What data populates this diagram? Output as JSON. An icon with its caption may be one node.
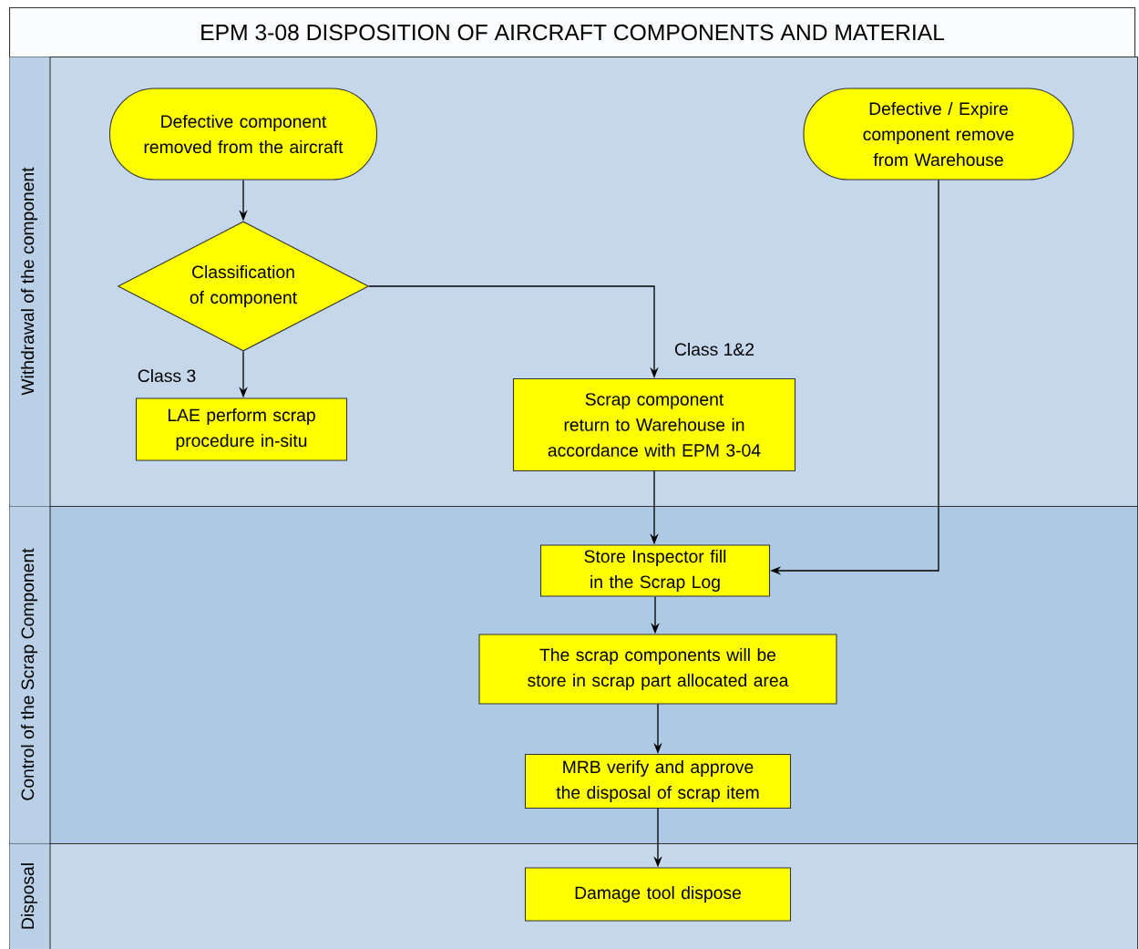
{
  "diagram": {
    "title": "EPM 3-08 DISPOSITION OF AIRCRAFT COMPONENTS AND MATERIAL",
    "nodes": [
      {
        "text": [
          "Withdrawal of the component"
        ]
      },
      {
        "text": [
          "Defective component removed from the aircraft"
        ],
        "in": 0
      },
      {
        "text": [
          "Defective / Expire component remove from Warehouse"
        ],
        "in": 0
      },
      {
        "text": [
          "Classification of component"
        ],
        "in": 0
      },
      {
        "text": [
          "LAE perform scrap procedure in-situ"
        ],
        "in": 0
      },
      {
        "text": [
          "Scrap component return to Warehouse in accordance with EPM 3-04"
        ],
        "in": 0
      },
      {
        "text": [
          "Control of the Scrap Component"
        ]
      },
      {
        "text": [
          "Store Inspector fill in the Scrap Log"
        ],
        "in": 6
      },
      {
        "text": [
          "The scrap components will be store in scrap part allocated area"
        ],
        "in": 6
      },
      {
        "text": [
          "MRB verify and approve the disposal of scrap item"
        ],
        "in": 6
      },
      {
        "text": [
          "Disposal"
        ]
      },
      {
        "text": [
          "Damage tool dispose"
        ],
        "in": 10
      }
    ],
    "edges": [
      {
        "from": 1,
        "to": 3,
        "arrow": "to"
      },
      {
        "from": 3,
        "to": 4,
        "arrow": "to",
        "label": "Class 3"
      },
      {
        "from": 3,
        "to": 5,
        "arrow": "to",
        "label": "Class 1&2"
      },
      {
        "from": 5,
        "to": 7,
        "arrow": "to"
      },
      {
        "from": 2,
        "to": 7,
        "arrow": "to"
      },
      {
        "from": 7,
        "to": 8,
        "arrow": "to"
      },
      {
        "from": 8,
        "to": 9,
        "arrow": "to"
      },
      {
        "from": 9,
        "to": 11,
        "arrow": "to"
      }
    ]
  }
}
